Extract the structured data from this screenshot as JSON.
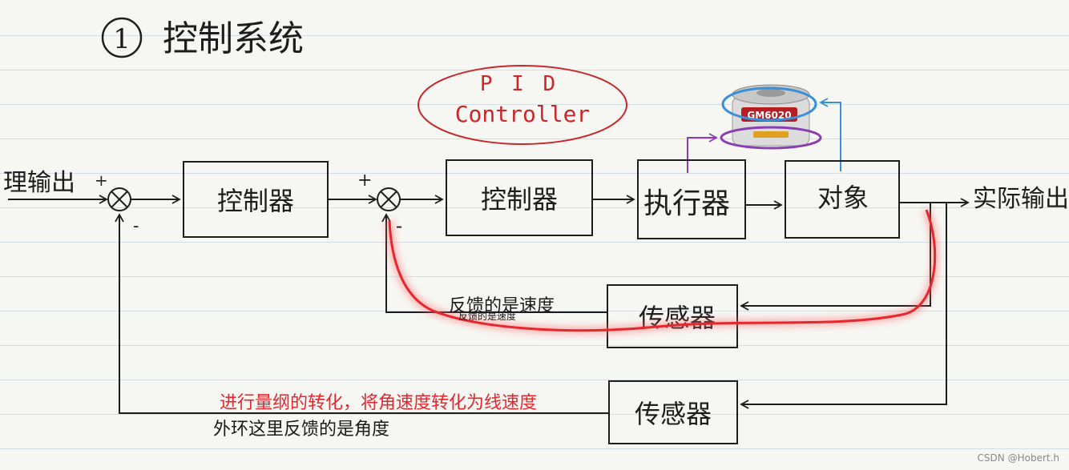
{
  "heading": {
    "number": "1",
    "text": "控制系统"
  },
  "pid": {
    "line1": "P I D",
    "line2": "Controller"
  },
  "motor": {
    "label": "GM6020"
  },
  "blocks": {
    "controller_outer": "控制器",
    "controller_inner": "控制器",
    "actuator": "执行器",
    "plant": "对象",
    "sensor_inner": "传感器",
    "sensor_outer": "传感器"
  },
  "io": {
    "input": "理输出",
    "output": "实际输出"
  },
  "signs": {
    "plus1": "+",
    "minus1": "-",
    "plus2": "+",
    "minus2": "-"
  },
  "annotations": {
    "inner_feedback": "反馈的是速度",
    "inner_feedback_small": "反馈的是速度",
    "conversion": "进行量纲的转化，将角速度转化为线速度",
    "outer_feedback": "外环这里反馈的是角度"
  },
  "watermark": "CSDN @Hobert.h",
  "colors": {
    "red_loop": "#e8262e",
    "blue": "#3a8fd9",
    "purple": "#8a3fb0",
    "ink": "#1d1d1d"
  }
}
